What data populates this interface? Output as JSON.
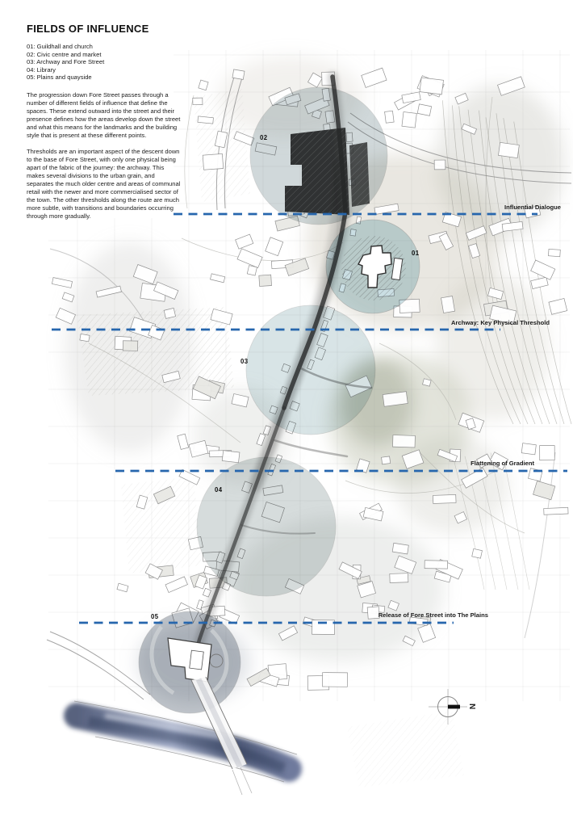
{
  "title": "FIELDS OF INFLUENCE",
  "fields": [
    {
      "id": "01",
      "name": "Guildhall and church",
      "legend": "01: Guildhall and church",
      "tint": "#9fc4ce"
    },
    {
      "id": "02",
      "name": "Civic centre and market",
      "legend": "02: Civic centre and market",
      "tint": "#8fa2a6"
    },
    {
      "id": "03",
      "name": "Archway and Fore Street",
      "legend": "03: Archway and Fore Street",
      "tint": "#9dbcc0"
    },
    {
      "id": "04",
      "name": "Library",
      "legend": "04: Library",
      "tint": "#97a8a6"
    },
    {
      "id": "05",
      "name": "Plains and quayside",
      "legend": "05: Plains and quayside",
      "tint": "#7e8894"
    }
  ],
  "paragraphs": {
    "p1": "The progression down Fore Street passes through a number of different fields of influence that define the spaces. These extend outward into the street and their presence defines how the areas develop down the street and what this means for the landmarks and the building style that is present at these different points.",
    "p2": "Thresholds are an important aspect of the descent down to the base of Fore Street, with only one physical being apart of the fabric of the journey: the archway. This makes several divisions to the urban grain, and separates the much older centre and areas of communal retail with the newer and more commercialised sector of the town. The other thresholds along the route are much more subtle, with transitions and boundaries occurring through more gradually."
  },
  "thresholds": [
    {
      "label": "Influential Dialogue"
    },
    {
      "label": "Archway: Key Physical Threshold"
    },
    {
      "label": "Flattening of Gradient"
    },
    {
      "label": "Release of Fore Street into The Plains"
    }
  ],
  "compass": {
    "letter": "N"
  },
  "colors": {
    "threshold_blue": "#2666ad",
    "river_dark": "#2f3c5f",
    "river_mid": "#8b97b8",
    "river_deep": "#3a4668",
    "river_light": "#57648c"
  }
}
